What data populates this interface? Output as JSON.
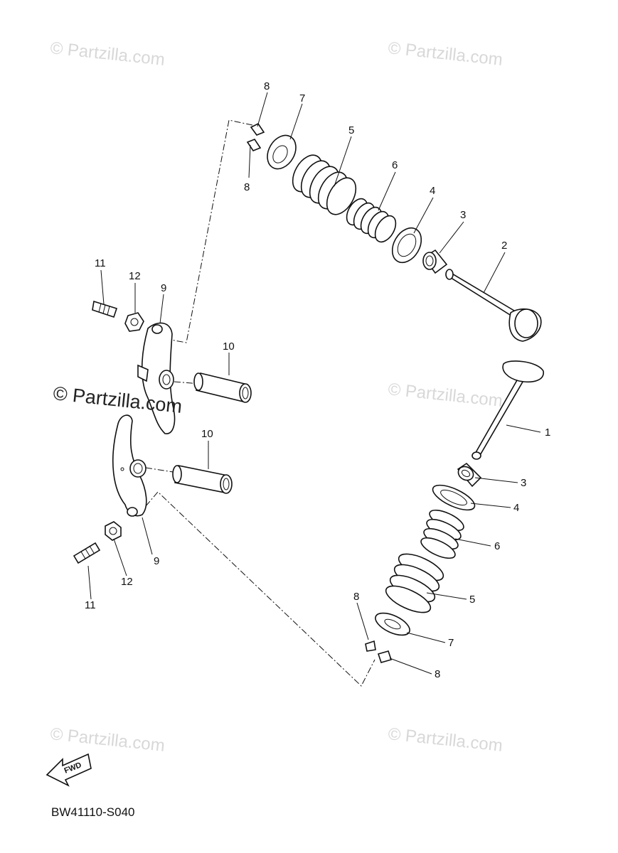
{
  "watermarks": [
    "© Partzilla.com",
    "© Partzilla.com",
    "© Partzilla.com",
    "© Partzilla.com",
    "© Partzilla.com",
    "© Partzilla.com"
  ],
  "center_watermark": "© Partzilla.com",
  "diagram_code": "BW41110-S040",
  "fwd_label": "FWD",
  "callouts": {
    "p1": "1",
    "p2": "2",
    "p3a": "3",
    "p3b": "3",
    "p4a": "4",
    "p4b": "4",
    "p5a": "5",
    "p5b": "5",
    "p6a": "6",
    "p6b": "6",
    "p7a": "7",
    "p7b": "7",
    "p8a": "8",
    "p8b": "8",
    "p8c": "8",
    "p8d": "8",
    "p9a": "9",
    "p9b": "9",
    "p10a": "10",
    "p10b": "10",
    "p11a": "11",
    "p11b": "11",
    "p12a": "12",
    "p12b": "12"
  }
}
